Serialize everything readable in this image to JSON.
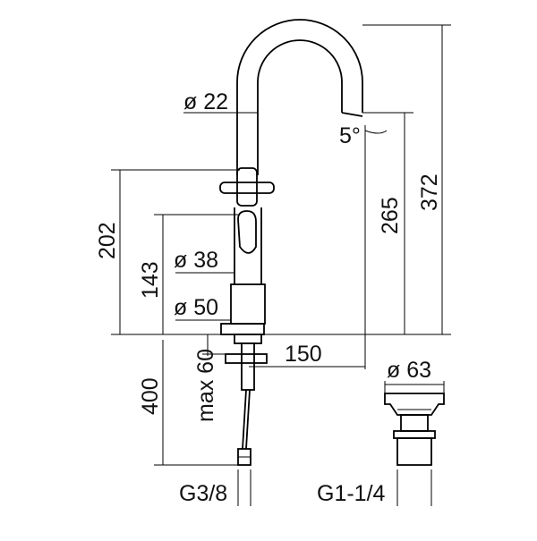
{
  "colors": {
    "line": "#000000",
    "background": "#ffffff"
  },
  "dimensions": {
    "spout_diameter": "ø 22",
    "spout_angle": "5°",
    "spout_height": "265",
    "total_height": "372",
    "handle_height": "202",
    "body_height": "143",
    "body_diameter": "ø 38",
    "base_diameter": "ø 50",
    "below_counter_length": "400",
    "max_thickness": "max 60",
    "spout_reach": "150",
    "waste_diameter": "ø 63",
    "supply_thread": "G3/8",
    "waste_thread": "G1-1/4"
  }
}
